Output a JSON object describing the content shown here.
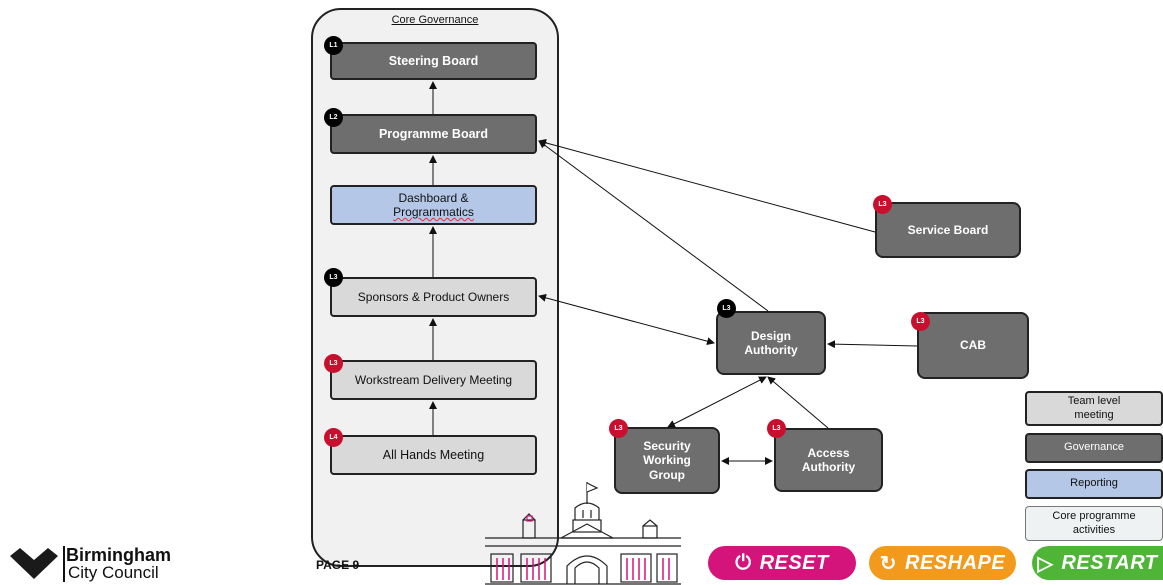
{
  "core": {
    "title": "Core Governance"
  },
  "nodes": {
    "steering_board": {
      "label": "Steering Board",
      "level": "L1"
    },
    "programme_board": {
      "label": "Programme Board",
      "level": "L2"
    },
    "dashboard": {
      "label_line1": "Dashboard &",
      "label_line2": "Programmatics"
    },
    "sponsors": {
      "label": "Sponsors & Product Owners",
      "level": "L3"
    },
    "workstream": {
      "label": "Workstream Delivery Meeting",
      "level": "L3"
    },
    "all_hands": {
      "label": "All Hands Meeting",
      "level": "L4"
    },
    "service_board": {
      "label": "Service Board",
      "level": "L3"
    },
    "design_authority": {
      "label_line1": "Design",
      "label_line2": "Authority",
      "level": "L3"
    },
    "cab": {
      "label": "CAB",
      "level": "L3"
    },
    "security_wg": {
      "label_line1": "Security",
      "label_line2": "Working",
      "label_line3": "Group",
      "level": "L3"
    },
    "access_authority": {
      "label_line1": "Access",
      "label_line2": "Authority",
      "level": "L3"
    }
  },
  "legend": {
    "team": {
      "line1": "Team level",
      "line2": "meeting"
    },
    "governance": "Governance",
    "reporting": "Reporting",
    "core": {
      "line1": "Core programme",
      "line2": "activities"
    }
  },
  "footer": {
    "page": "PAGE 9",
    "logo_line1": "Birmingham",
    "logo_line2": "City Council"
  },
  "buttons": {
    "reset": {
      "label": "RESET",
      "color": "#d4147a"
    },
    "reshape": {
      "label": "RESHAPE",
      "color": "#f39a1c"
    },
    "restart": {
      "label": "RESTART",
      "color": "#4fb536"
    }
  },
  "colors": {
    "governance": "#6e6e6e",
    "team": "#d9d9d9",
    "reporting": "#b4c7e7",
    "badge_black": "#000000",
    "badge_red": "#c8102e"
  }
}
